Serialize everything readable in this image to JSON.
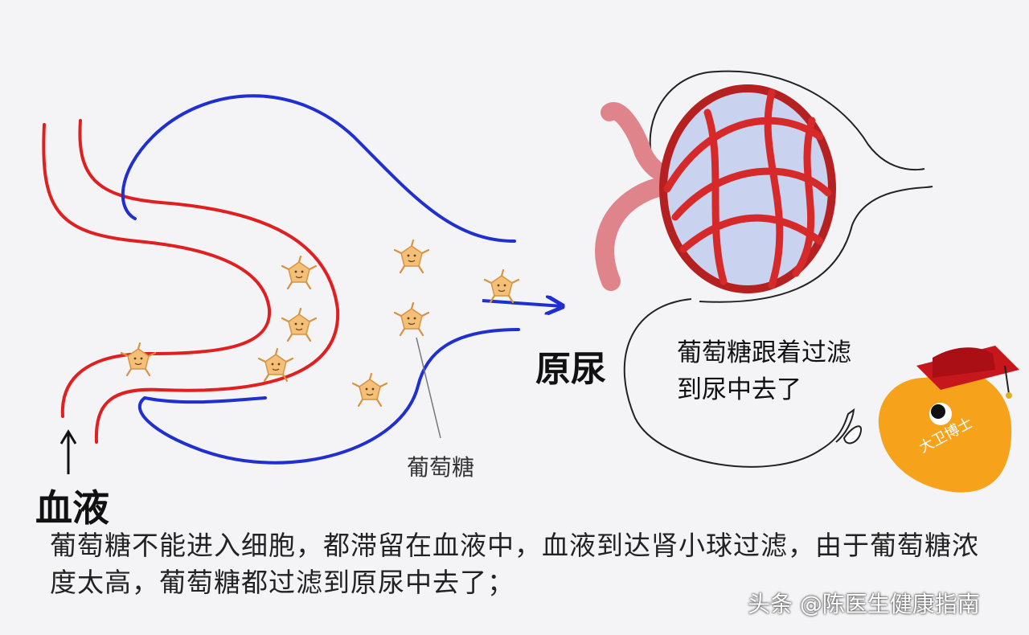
{
  "labels": {
    "blood": "血液",
    "primary_urine": "原尿",
    "glucose": "葡萄糖"
  },
  "bubble": {
    "text": "葡萄糖跟着过滤到尿中去了"
  },
  "mascot": {
    "text": "大卫博士"
  },
  "caption": "葡萄糖不能进入细胞，都滞留在血液中，血液到达肾小球过滤，由于葡萄糖浓度太高，葡萄糖都过滤到原尿中去了；",
  "watermark": "头条 @陈医生健康指南",
  "colors": {
    "blood_vessel": "#e02020",
    "capsule": "#1f2fd0",
    "glucose": "#f3c07a",
    "glomerulus": "#d62a2a",
    "arteriole": "#ef9aa0",
    "mascot": "#f7a21b",
    "hat": "#c8161d"
  }
}
